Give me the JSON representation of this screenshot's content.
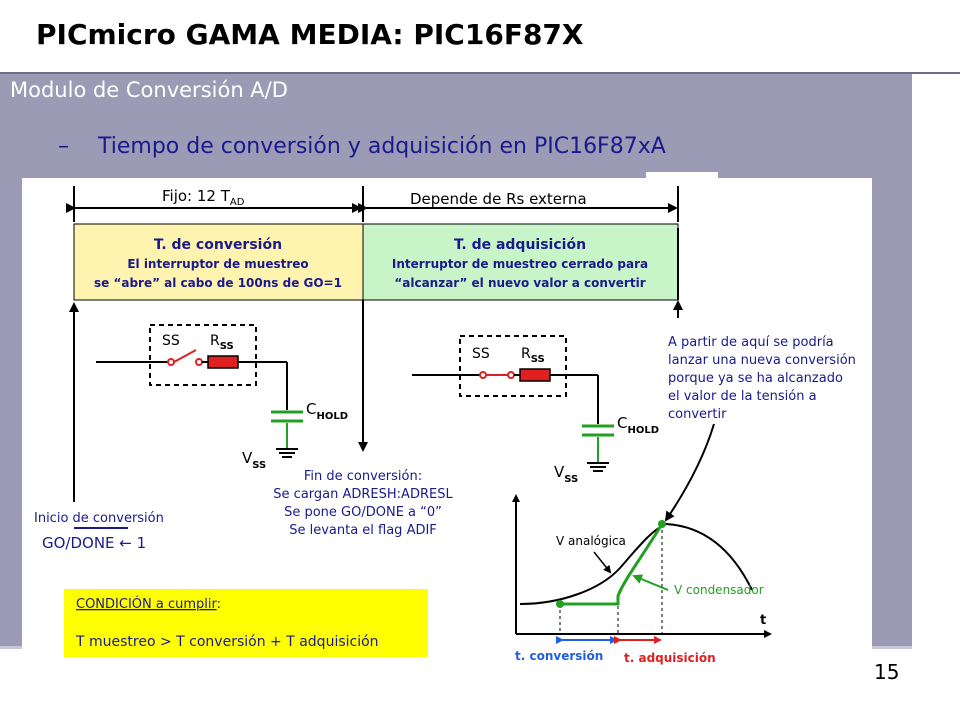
{
  "header": {
    "title": "PICmicro GAMA MEDIA: PIC16F87X"
  },
  "section": {
    "subtitle": "Modulo de Conversión A/D"
  },
  "bullet": {
    "dash": "–",
    "text": "Tiempo de conversión y adquisición en PIC16F87xA"
  },
  "page_number": "15",
  "diagram": {
    "fixed_label_main": "Fijo: 12 T",
    "fixed_label_sub": "AD",
    "depends_label": "Depende de Rs externa",
    "conversion_box": {
      "title": "T. de conversión",
      "line1": "El interruptor de muestreo",
      "line2": "se “abre” al cabo de 100ns de GO=1"
    },
    "acquisition_box": {
      "title": "T. de adquisición",
      "line1": "Interruptor de muestreo cerrado para",
      "line2": "“alcanzar” el nuevo valor a convertir"
    },
    "circuit_left": {
      "ss": "SS",
      "r": "R",
      "r_sub": "SS",
      "c": "C",
      "c_sub": "HOLD",
      "v": "V",
      "v_sub": "SS"
    },
    "circuit_right": {
      "ss": "SS",
      "r": "R",
      "r_sub": "SS",
      "c": "C",
      "c_sub": "HOLD",
      "v": "V",
      "v_sub": "SS"
    },
    "note_right": [
      "A partir de aquí se podría",
      "lanzar una nueva conversión",
      "porque ya se ha alcanzado",
      "el valor de la tensión a",
      "convertir"
    ],
    "end_conversion": [
      "Fin de conversión:",
      "Se cargan ADRESH:ADRESL",
      "Se pone GO/DONE a “0”",
      "Se levanta el flag ADIF"
    ],
    "start_conversion": {
      "label": "Inicio  de conversión",
      "go": "GO/DONE ← 1"
    },
    "condition": {
      "title": "CONDICIÓN a cumplir",
      "colon": ":",
      "text": "T muestreo > T conversión + T adquisición"
    },
    "graph": {
      "v_analog": "V analógica",
      "v_cap": "V condensador",
      "t_axis": "t",
      "t_conv": "t. conversión",
      "t_acq": "t. adquisición"
    }
  },
  "colors": {
    "panel": "#9b9bb5",
    "conversion_box": "#fff3b0",
    "acquisition_box": "#c8f5c8",
    "text_blue": "#1a1a8c",
    "green": "#22a022",
    "red": "#e02020",
    "yellow": "#ffff00"
  }
}
